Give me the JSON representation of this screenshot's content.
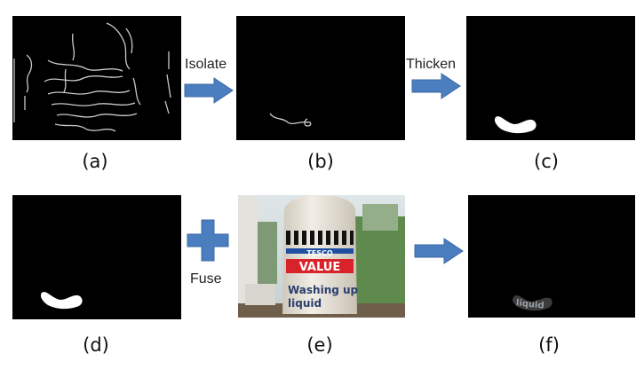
{
  "figure": {
    "captions": [
      "(a)",
      "(b)",
      "(c)",
      "(d)",
      "(e)",
      "(f)"
    ],
    "operations": {
      "isolate": "Isolate",
      "thicken": "Thicken",
      "fuse": "Fuse"
    },
    "photo_text": {
      "brand": "TESCO",
      "value_label": "VALUE",
      "product_line1": "Washing up",
      "product_line2": "liquid"
    },
    "result_text": "liquid",
    "colors": {
      "arrow": "#4a7ebf",
      "arrow_stroke": "#3b6aa3",
      "panel_bg": "#000000",
      "value_red": "#d8232a"
    }
  }
}
